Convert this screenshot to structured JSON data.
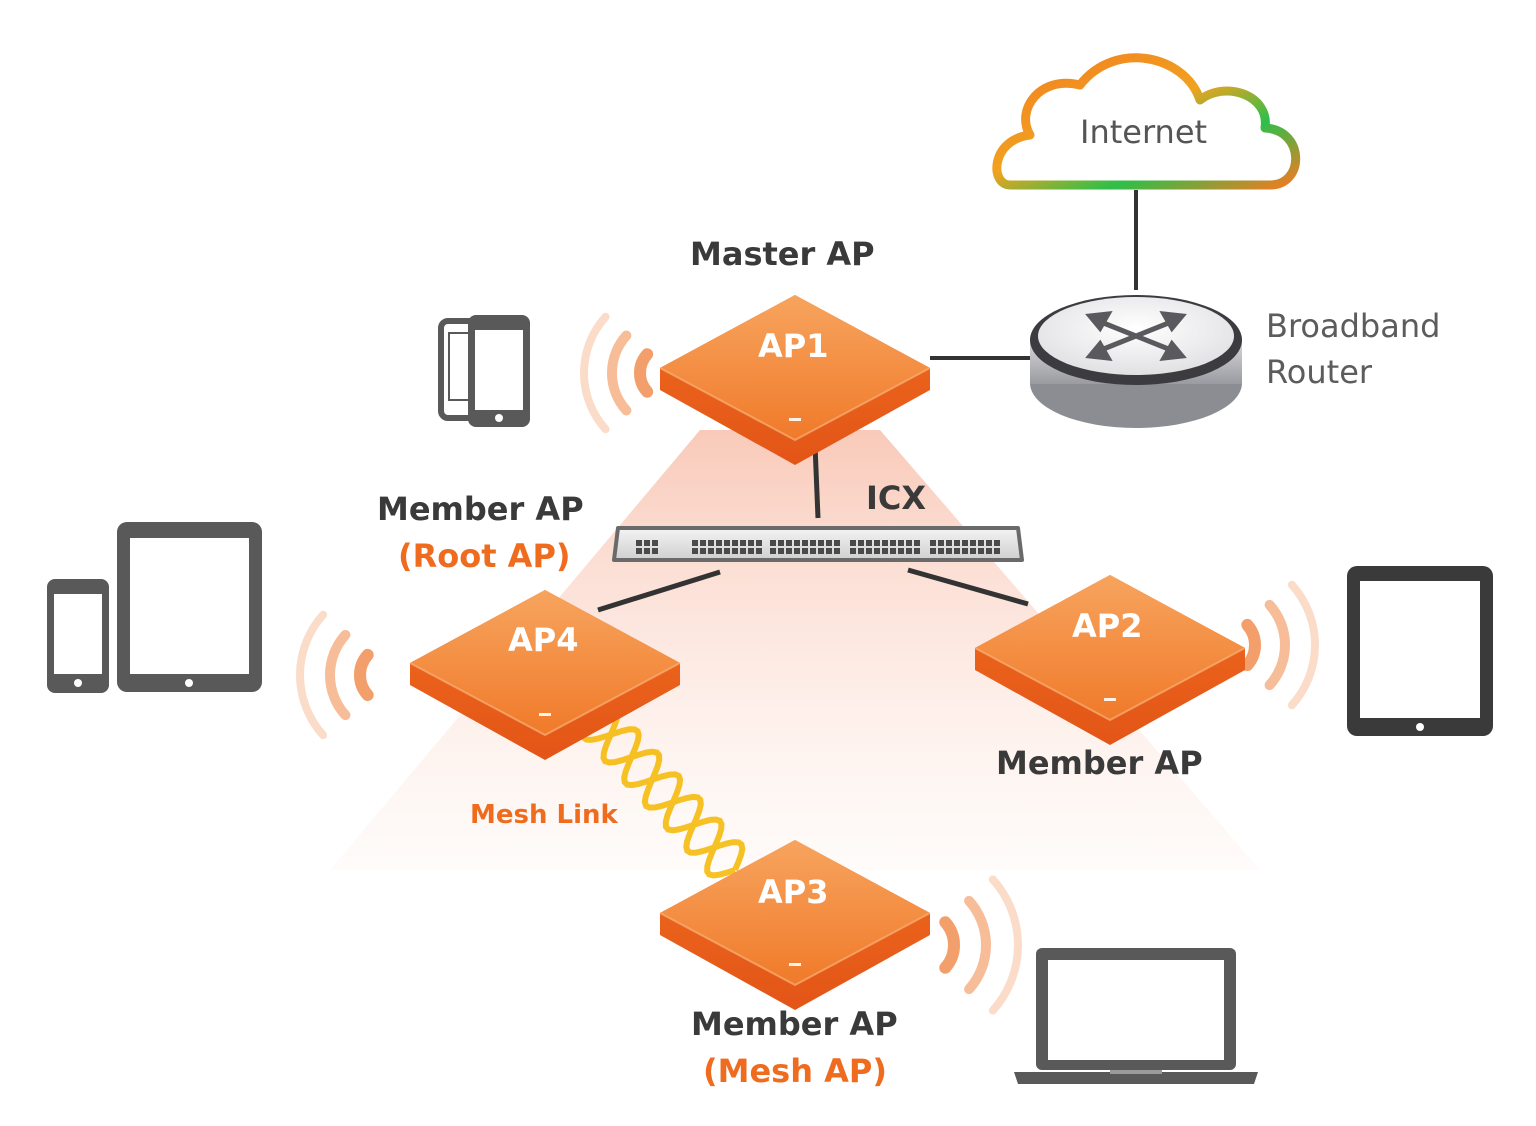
{
  "colors": {
    "orange": "#ef6c1f",
    "orange_light": "#f6a05f",
    "wave": "#f29a63",
    "dark_text": "#3a3a3a",
    "device_grey": "#595959",
    "link_line": "#333333",
    "mesh_yellow": "#f5b800",
    "cloud_green": "#2dbf4a"
  },
  "cloud": {
    "label": "Internet",
    "icon": "cloud-icon"
  },
  "router": {
    "label_line1": "Broadband",
    "label_line2": "Router",
    "icon": "router-icon"
  },
  "switch": {
    "label": "ICX",
    "icon": "switch-icon"
  },
  "aps": {
    "ap1": {
      "label": "AP1",
      "role": "Master AP"
    },
    "ap2": {
      "label": "AP2",
      "role": "Member AP"
    },
    "ap3": {
      "label": "AP3",
      "role": "Member AP",
      "subrole": "(Mesh AP)"
    },
    "ap4": {
      "label": "AP4",
      "role": "Member AP",
      "subrole": "(Root AP)"
    }
  },
  "mesh_link": {
    "label": "Mesh Link"
  },
  "clients": {
    "ap1": [
      "phone-icon",
      "phone-icon"
    ],
    "ap4": [
      "phone-icon",
      "tablet-icon"
    ],
    "ap2": [
      "tablet-icon"
    ],
    "ap3": [
      "laptop-icon"
    ]
  }
}
